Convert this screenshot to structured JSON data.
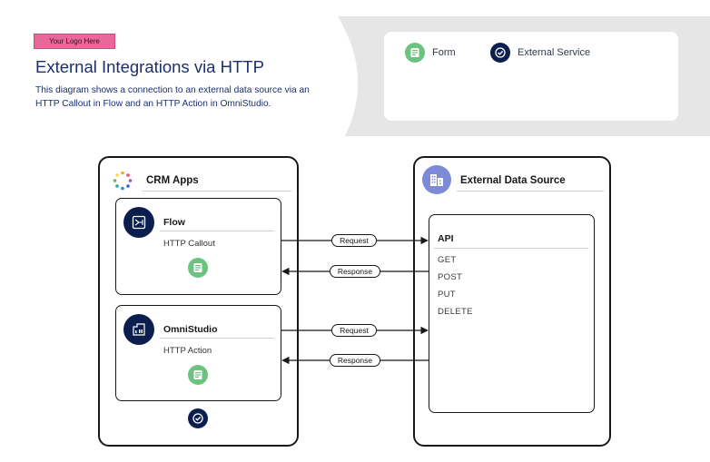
{
  "header": {
    "logo_text": "Your Logo Here",
    "title": "External Integrations via HTTP",
    "description": "This diagram shows a connection to an external data source via an HTTP Callout in Flow and an HTTP Action in OmniStudio."
  },
  "legend": {
    "items": [
      {
        "label": "Form",
        "icon": "form-icon"
      },
      {
        "label": "External Service",
        "icon": "external-service-icon"
      }
    ]
  },
  "crm_panel": {
    "title": "CRM Apps",
    "icon": "crm-apps-icon",
    "cards": [
      {
        "title": "Flow",
        "subtitle": "HTTP Callout",
        "icon": "flow-icon"
      },
      {
        "title": "OmniStudio",
        "subtitle": "HTTP Action",
        "icon": "omnistudio-icon"
      }
    ]
  },
  "external_panel": {
    "title": "External Data Source",
    "icon": "data-source-icon",
    "api": {
      "title": "API",
      "methods": [
        "GET",
        "POST",
        "PUT",
        "DELETE"
      ]
    }
  },
  "connections": [
    {
      "label": "Request"
    },
    {
      "label": "Response"
    },
    {
      "label": "Request"
    },
    {
      "label": "Response"
    }
  ],
  "colors": {
    "navy": "#0b1f4f",
    "form_green": "#6cc27f",
    "data_source_purple": "#7c8ad8",
    "logo_pink": "#e8689a",
    "legend_gray": "#e6e6e6"
  }
}
